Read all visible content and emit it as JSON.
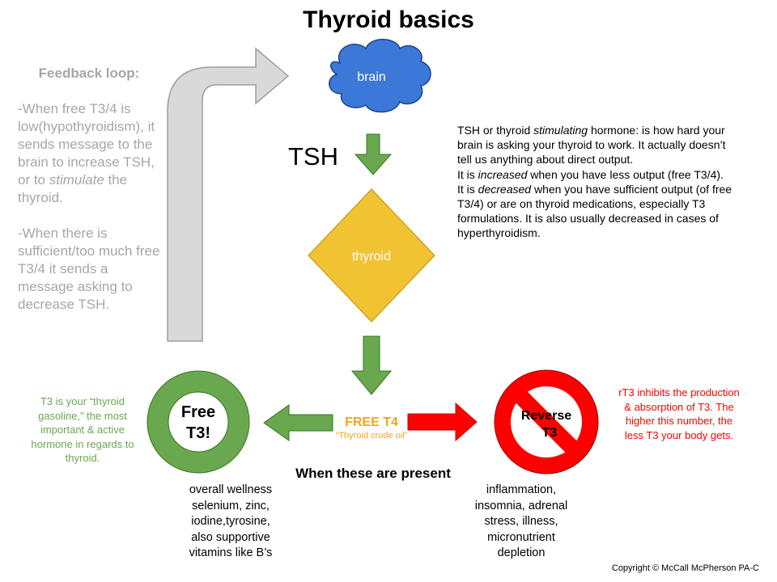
{
  "title": "Thyroid basics",
  "feedback": {
    "heading": "Feedback loop:",
    "para1_a": "-When free T3/4 is low(hypothyroidism), it sends message to the brain to increase TSH, or to ",
    "para1_em": "stimulate",
    "para1_b": " the thyroid.",
    "para2": "-When there is sufficient/too much free T3/4 it sends a message asking to decrease TSH."
  },
  "nodes": {
    "brain": "brain",
    "tsh": "TSH",
    "thyroid": "thyroid",
    "free_t3_line1": "Free",
    "free_t3_line2": "T3!",
    "reverse_t3_line1": "Reverse",
    "reverse_t3_line2": "T3",
    "free_t4": "FREE T4",
    "free_t4_sub": "“Thyroid crude oil”"
  },
  "tsh_desc": {
    "p1_a": "TSH or thyroid ",
    "p1_em": "stimulating",
    "p1_b": " hormone: is how hard your brain is asking your thyroid to work. It actually doesn’t tell us anything about direct output.",
    "p2_a": "It is ",
    "p2_em": "increased",
    "p2_b": " when you have less output (free T3/4).",
    "p3_a": "It is ",
    "p3_em": "decreased",
    "p3_b": " when you have sufficient output (of free T3/4) or are on thyroid medications, especially T3 formulations. It is also usually decreased in cases of hyperthyroidism."
  },
  "t3_note": "T3 is your “thyroid gasoline,” the most important & active hormone in regards to thyroid.",
  "rt3_note": "rT3 inhibits the production & absorption of T3. The higher this number, the less T3 your body gets.",
  "when_present": "When these are present",
  "supportive": [
    "overall wellness",
    "selenium, zinc,",
    "iodine,tyrosine,",
    "also supportive",
    "vitamins like B’s"
  ],
  "depletion": [
    "inflammation,",
    "insomnia, adrenal",
    "stress, illness,",
    "micronutrient",
    "depletion"
  ],
  "copyright": "Copyright © McCall McPherson PA-C",
  "colors": {
    "cloud": "#3c78d8",
    "arrow_green": "#6aa84f",
    "diamond": "#f1c232",
    "ring_green": "#6aa84f",
    "red": "#ff0000",
    "feedback_gray": "#a6a6a6",
    "free_t4_orange": "#f1a619"
  }
}
